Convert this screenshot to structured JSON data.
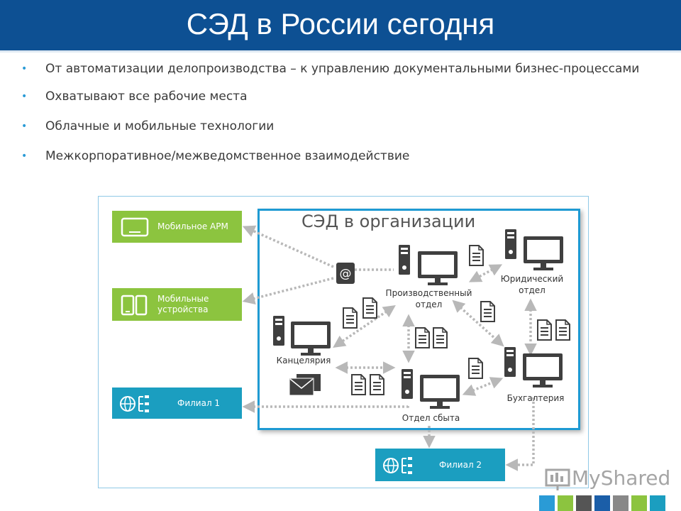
{
  "title": "СЭД в России сегодня",
  "bullets": [
    "От автоматизации делопроизводства – к управлению документальными бизнес-процессами",
    "Охватывают все рабочие места",
    "Облачные и мобильные технологии",
    "Межкорпоративное/межведомственное взаимодействие"
  ],
  "diagram": {
    "inner_title": "СЭД в организации",
    "external": {
      "mobile_arm": "Мобильное АРМ",
      "mobile_devices": "Мобильные устройства",
      "branch1": "Филиал 1",
      "branch2": "Филиал 2"
    },
    "nodes": {
      "production": "Производственный отдел",
      "legal": "Юридический отдел",
      "office": "Канцелярия",
      "accounting": "Бухгалтерия",
      "sales": "Отдел сбыта"
    },
    "colors": {
      "title_bar": "#0d5093",
      "green": "#8cc43f",
      "teal": "#1b9ec0",
      "inner_border": "#1e9ad3"
    }
  },
  "logo": {
    "text": "MyShared"
  }
}
